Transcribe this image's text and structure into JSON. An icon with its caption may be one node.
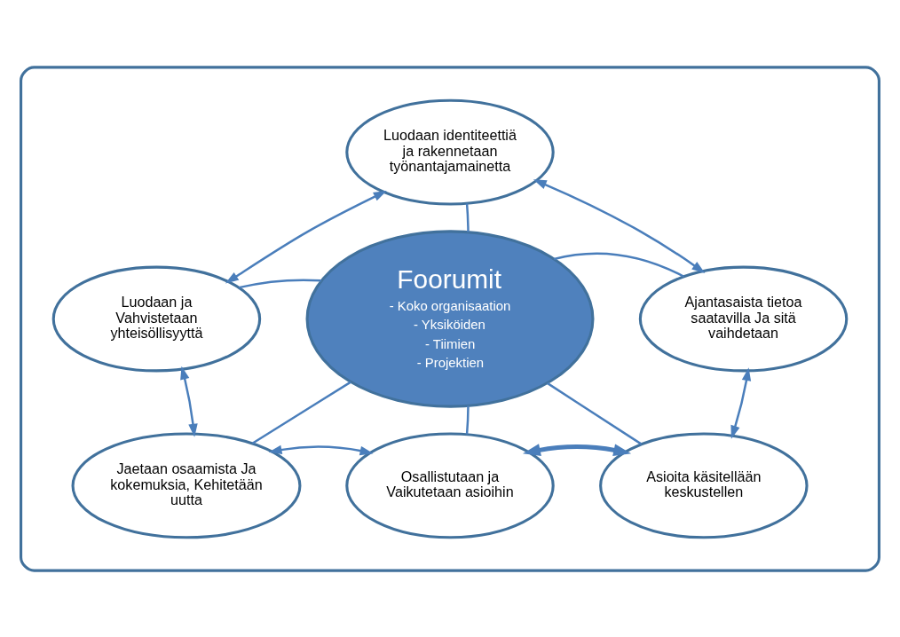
{
  "diagram": {
    "nodes": [
      {
        "text": [],
        "shape": "box"
      },
      {
        "text": [
          "Luodaan identiteettiä ja rakennetaan työnantajamainetta"
        ],
        "in": 0
      },
      {
        "text": [
          "Luodaan ja Vahvistetaan yhteisöllisyyttä"
        ],
        "in": 0
      },
      {
        "text": [
          "Foorumit",
          "- Koko organisaation",
          "- Yksiköiden",
          "- Tiimien",
          "- Projektien"
        ],
        "in": 0
      },
      {
        "text": [
          "Ajantasaista tietoa saatavilla Ja sitä vaihdetaan"
        ],
        "in": 0
      },
      {
        "text": [
          "Jaetaan osaamista Ja kokemuksia, Kehitetään uutta"
        ],
        "in": 0
      },
      {
        "text": [
          "Asioita käsitellään keskustellen"
        ],
        "in": 0
      },
      {
        "text": [
          "Osallistutaan ja Vaikutetaan asioihin"
        ],
        "in": 0
      }
    ],
    "edges": [
      {
        "from": 3,
        "to": 1,
        "arrow": "none"
      },
      {
        "from": 3,
        "to": 2,
        "arrow": "none"
      },
      {
        "from": 3,
        "to": 4,
        "arrow": "none"
      },
      {
        "from": 3,
        "to": 5,
        "arrow": "none"
      },
      {
        "from": 3,
        "to": 6,
        "arrow": "none"
      },
      {
        "from": 3,
        "to": 7,
        "arrow": "none"
      },
      {
        "from": 2,
        "to": 1,
        "arrow": "both"
      },
      {
        "from": 1,
        "to": 4,
        "arrow": "both"
      },
      {
        "from": 2,
        "to": 5,
        "arrow": "both"
      },
      {
        "from": 4,
        "to": 6,
        "arrow": "both"
      },
      {
        "from": 5,
        "to": 7,
        "arrow": "both"
      },
      {
        "from": 7,
        "to": 6,
        "arrow": "both",
        "style": "thick"
      }
    ]
  }
}
